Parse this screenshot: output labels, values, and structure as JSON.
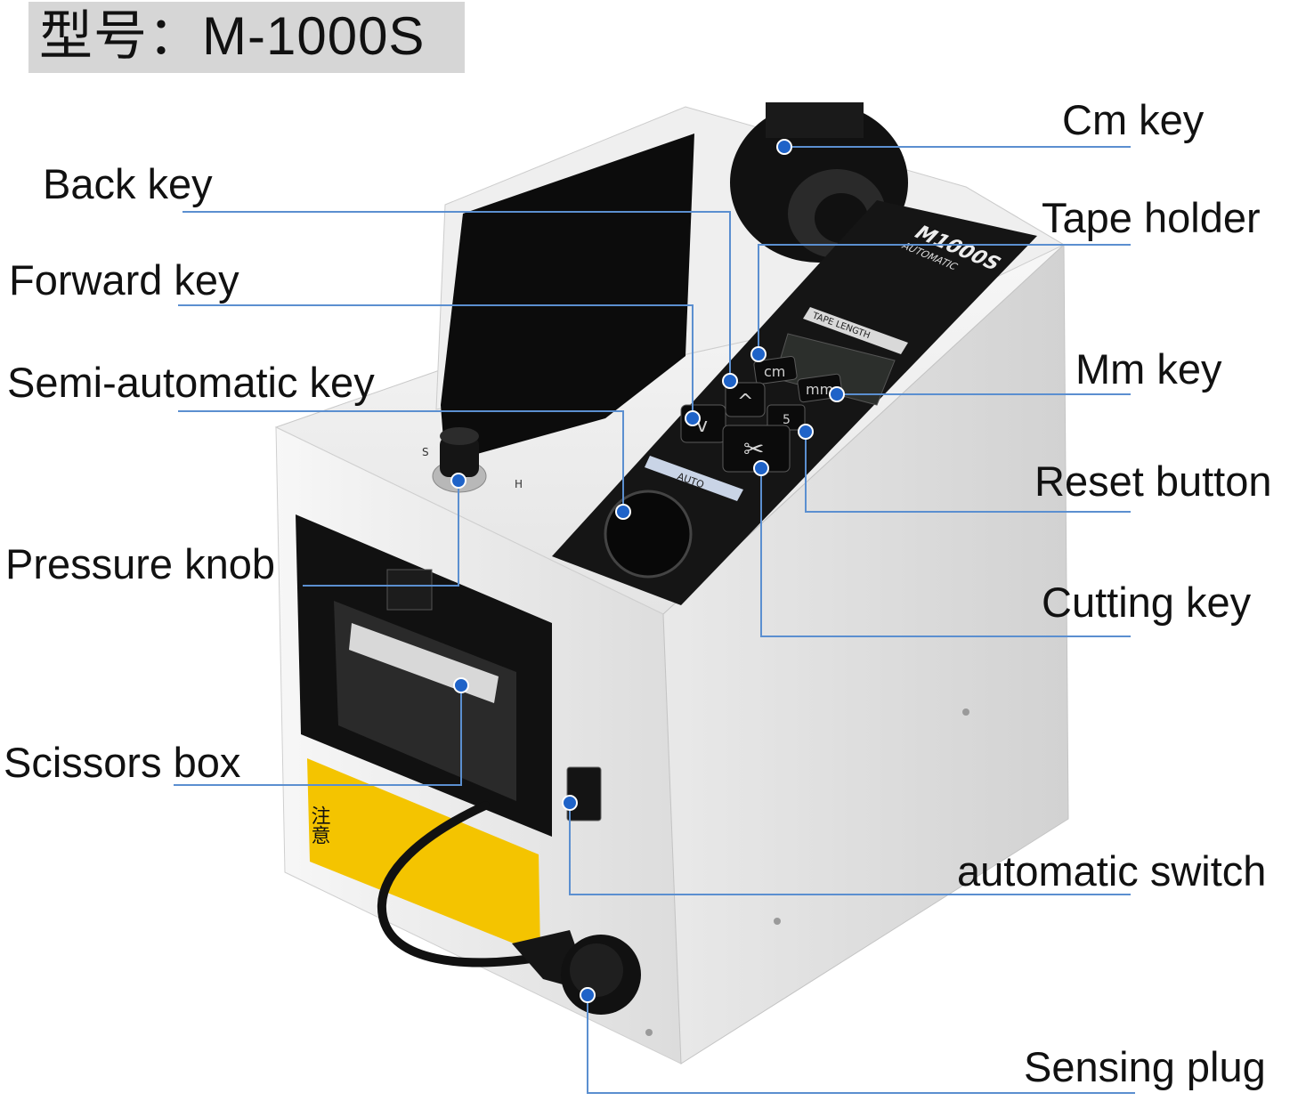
{
  "title": "型号：M-1000S",
  "device": {
    "model_label": "M1000S",
    "sub_label": "AUTOMATIC",
    "display_label": "TAPE LENGTH",
    "auto_label": "AUTO",
    "key_cm": "cm",
    "key_mm": "mm",
    "key_5": "5",
    "knob_left": "S",
    "knob_right": "H",
    "warning_label": "注意"
  },
  "labels": {
    "cm_key": "Cm key",
    "back_key": "Back key",
    "tape_holder": "Tape holder",
    "forward_key": "Forward key",
    "mm_key": "Mm key",
    "semi_automatic_key": "Semi-automatic key",
    "reset_button": "Reset button",
    "pressure_knob": "Pressure knob",
    "cutting_key": "Cutting key",
    "scissors_box": "Scissors box",
    "automatic_switch": "automatic switch",
    "sensing_plug": "Sensing plug"
  },
  "colors": {
    "leader_line": "#5b8fd0",
    "dot": "#1f63c8",
    "body": "#ececec",
    "panel": "#151515",
    "warning": "#f4c400"
  }
}
